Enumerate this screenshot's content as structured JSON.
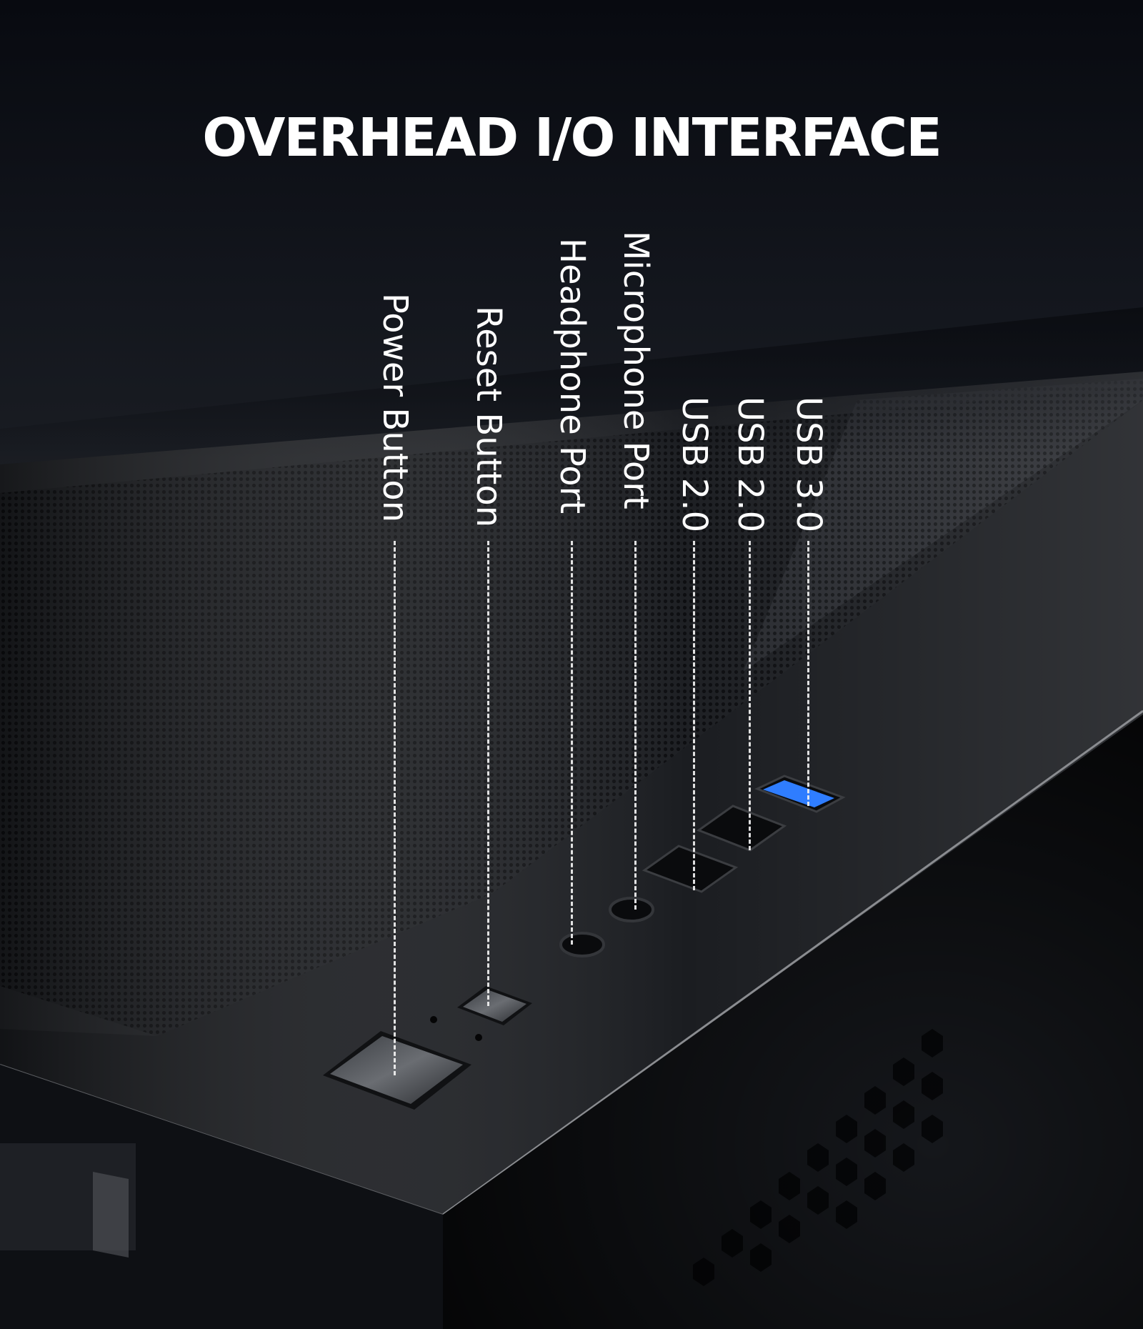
{
  "title": "OVERHEAD I/O INTERFACE",
  "callouts": [
    {
      "id": "power",
      "label": "Power Button"
    },
    {
      "id": "reset",
      "label": "Reset Button"
    },
    {
      "id": "headphone",
      "label": "Headphone Port"
    },
    {
      "id": "microphone",
      "label": "Microphone Port"
    },
    {
      "id": "usb2a",
      "label": "USB 2.0"
    },
    {
      "id": "usb2b",
      "label": "USB 2.0"
    },
    {
      "id": "usb3",
      "label": "USB 3.0"
    }
  ],
  "colors": {
    "label_text": "#ffffff",
    "leader_line": "#f2f2f2",
    "usb3_port": "#2f7dff",
    "case_body": "#1d1f23"
  }
}
